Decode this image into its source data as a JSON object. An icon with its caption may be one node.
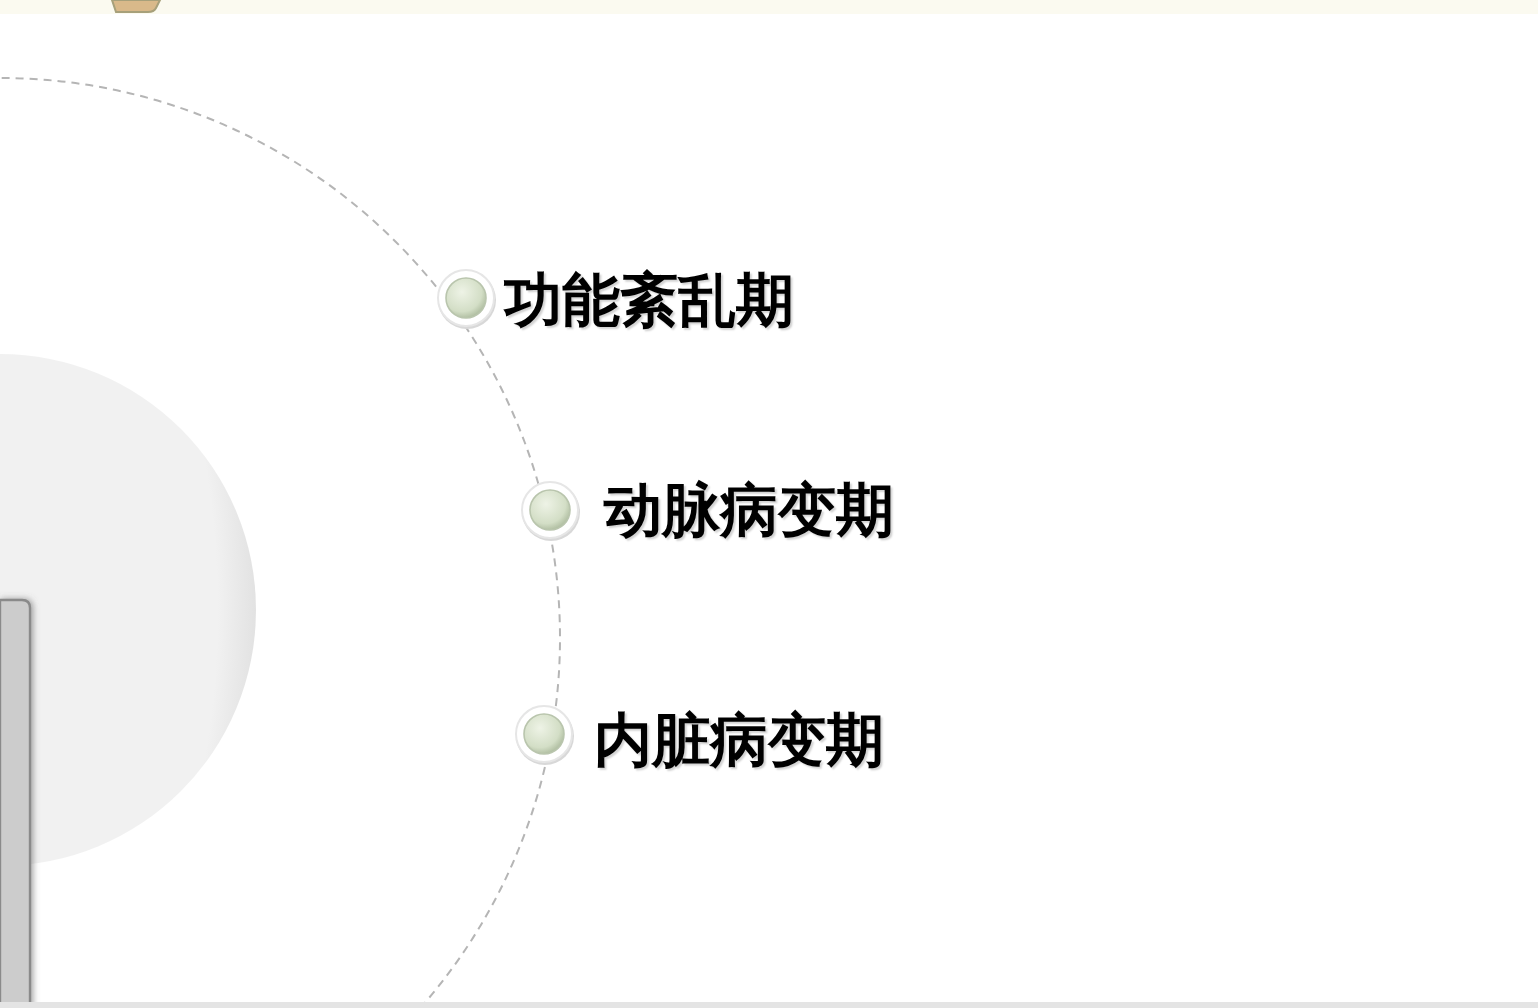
{
  "diagram": {
    "nodes": [
      {
        "text": [
          "功能紊乱期"
        ]
      },
      {
        "text": [
          "动脉病变期"
        ]
      },
      {
        "text": [
          "内脏病变期"
        ]
      }
    ]
  }
}
